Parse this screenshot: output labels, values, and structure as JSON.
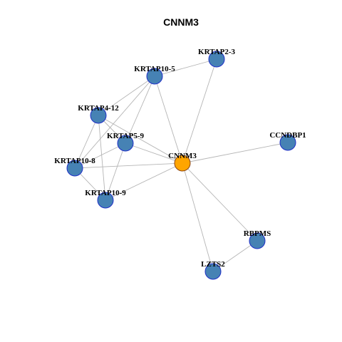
{
  "title": "CNNM3",
  "colors": {
    "node_fill": "#4682b4",
    "node_stroke": "#1f2fc8",
    "center_fill": "#ffa500",
    "center_stroke": "#8b4513",
    "edge": "#b5b5b5"
  },
  "nodes": [
    {
      "id": "CNNM3",
      "label": "CNNM3",
      "center": true
    },
    {
      "id": "KRTAP2-3",
      "label": "KRTAP2-3"
    },
    {
      "id": "KRTAP10-5",
      "label": "KRTAP10-5"
    },
    {
      "id": "KRTAP4-12",
      "label": "KRTAP4-12"
    },
    {
      "id": "KRTAP5-9",
      "label": "KRTAP5-9"
    },
    {
      "id": "KRTAP10-8",
      "label": "KRTAP10-8"
    },
    {
      "id": "KRTAP10-9",
      "label": "KRTAP10-9"
    },
    {
      "id": "CCNDBP1",
      "label": "CCNDBP1"
    },
    {
      "id": "RBPMS",
      "label": "RBPMS"
    },
    {
      "id": "LZTS2",
      "label": "LZTS2"
    }
  ],
  "edges": [
    [
      "CNNM3",
      "KRTAP2-3"
    ],
    [
      "CNNM3",
      "KRTAP10-5"
    ],
    [
      "CNNM3",
      "KRTAP4-12"
    ],
    [
      "CNNM3",
      "KRTAP5-9"
    ],
    [
      "CNNM3",
      "KRTAP10-8"
    ],
    [
      "CNNM3",
      "KRTAP10-9"
    ],
    [
      "CNNM3",
      "CCNDBP1"
    ],
    [
      "CNNM3",
      "RBPMS"
    ],
    [
      "CNNM3",
      "LZTS2"
    ],
    [
      "KRTAP2-3",
      "KRTAP10-5"
    ],
    [
      "KRTAP10-5",
      "KRTAP4-12"
    ],
    [
      "KRTAP10-5",
      "KRTAP5-9"
    ],
    [
      "KRTAP10-5",
      "KRTAP10-8"
    ],
    [
      "KRTAP4-12",
      "KRTAP5-9"
    ],
    [
      "KRTAP4-12",
      "KRTAP10-8"
    ],
    [
      "KRTAP4-12",
      "KRTAP10-9"
    ],
    [
      "KRTAP5-9",
      "KRTAP10-8"
    ],
    [
      "KRTAP5-9",
      "KRTAP10-9"
    ],
    [
      "KRTAP10-8",
      "KRTAP10-9"
    ],
    [
      "RBPMS",
      "LZTS2"
    ]
  ]
}
